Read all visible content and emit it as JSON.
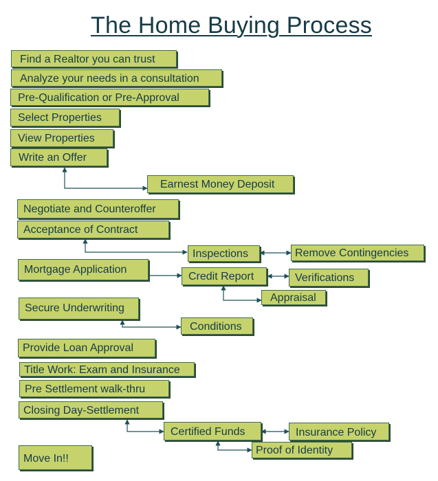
{
  "title": "The Home Buying Process",
  "steps": {
    "find_realtor": "Find a Realtor you can trust",
    "analyze_needs": "Analyze your needs in a consultation",
    "prequal": "Pre-Qualification or Pre-Approval",
    "select_properties": "Select Properties",
    "view_properties": "View Properties",
    "write_offer": "Write an Offer",
    "earnest_money": "Earnest Money Deposit",
    "negotiate": "Negotiate and Counteroffer",
    "acceptance": "Acceptance of Contract",
    "inspections": "Inspections",
    "remove_contingencies": "Remove Contingencies",
    "mortgage_app": "Mortgage Application",
    "credit_report": "Credit Report",
    "verifications": "Verifications",
    "appraisal": "Appraisal",
    "underwriting": "Secure Underwriting",
    "conditions": "Conditions",
    "loan_approval": "Provide Loan Approval",
    "title_work": "Title Work: Exam and Insurance",
    "walkthru": "Pre Settlement walk-thru",
    "closing": "Closing Day-Settlement",
    "certified_funds": "Certified Funds",
    "insurance_policy": "Insurance Policy",
    "proof_identity": "Proof of Identity",
    "move_in": "Move In!!"
  },
  "colors": {
    "box_fill": "#c6d36c",
    "box_border": "#3d6a4b",
    "text": "#163a46",
    "connector": "#1f4f58"
  }
}
